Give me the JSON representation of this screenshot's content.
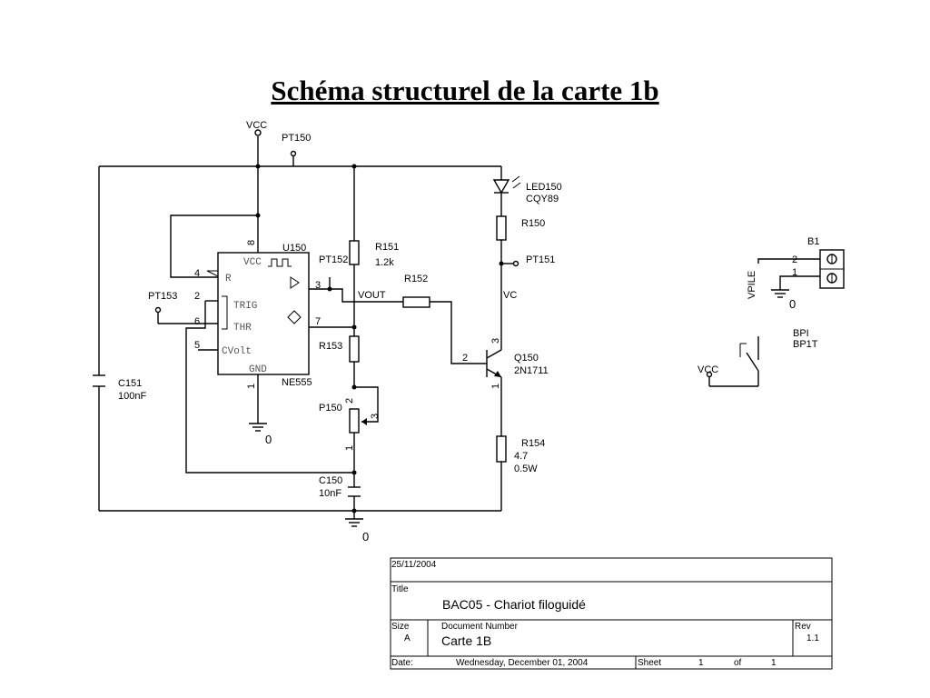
{
  "title": "Schéma structurel de la carte 1b",
  "labels": {
    "vcc_top": "VCC",
    "pt150": "PT150",
    "pt151": "PT151",
    "pt152": "PT152",
    "pt153": "PT153",
    "led150": "LED150",
    "led150_part": "CQY89",
    "r150": "R150",
    "r151": "R151",
    "r151_val": "1.2k",
    "r152": "R152",
    "r153": "R153",
    "r154": "R154",
    "r154_val": "4.7",
    "r154_pow": "0.5W",
    "p150": "P150",
    "c150": "C150",
    "c150_val": "10nF",
    "c151": "C151",
    "c151_val": "100nF",
    "u150": "U150",
    "u150_part": "NE555",
    "q150": "Q150",
    "q150_part": "2N1711",
    "vout": "VOUT",
    "vc": "VC",
    "gnd0_a": "0",
    "gnd0_b": "0",
    "gnd0_c": "0",
    "b1": "B1",
    "vpile": "VPILE",
    "bpi": "BPI",
    "bpi_part": "BP1T",
    "vcc_sw": "VCC"
  },
  "ic_pins": {
    "vcc": "VCC",
    "r": "R",
    "trig": "TRIG",
    "thr": "THR",
    "cvolt": "CVolt",
    "gnd": "GND"
  },
  "pin_numbers": {
    "p8": "8",
    "p4": "4",
    "p2": "2",
    "p6": "6",
    "p5": "5",
    "p1": "1",
    "p3": "3",
    "p7": "7",
    "q_b": "2",
    "q_c": "3",
    "q_e": "1",
    "pot_2": "2",
    "pot_3": "3",
    "pot_1": "1",
    "b1_2": "2",
    "b1_1": "1"
  },
  "title_block": {
    "date_top": "25/11/2004",
    "title_label": "Title",
    "title_value": "BAC05 - Chariot filoguidé",
    "size_label": "Size",
    "size_value": "A",
    "docnum_label": "Document Number",
    "docnum_value": "Carte 1B",
    "rev_label": "Rev",
    "rev_value": "1.1",
    "date_label": "Date:",
    "date_value": "Wednesday, December 01, 2004",
    "sheet_label": "Sheet",
    "sheet_num": "1",
    "sheet_of": "of",
    "sheet_total": "1"
  }
}
